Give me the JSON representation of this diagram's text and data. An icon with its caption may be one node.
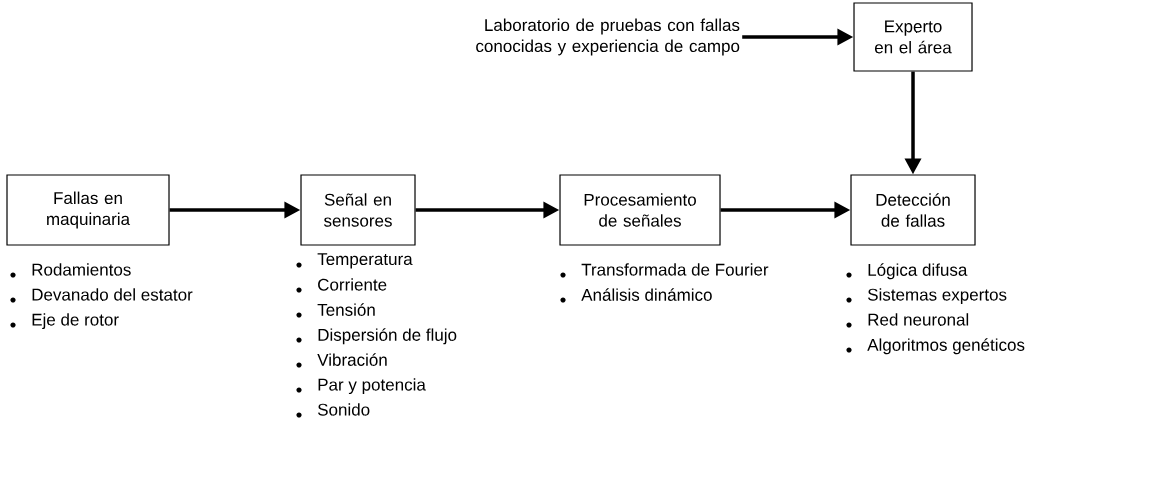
{
  "diagram": {
    "nodes": [
      {
        "text": [
          "Fallas en maquinaria"
        ],
        "beside": [
          "Rodamientos",
          "Devanado del estator",
          "Eje de rotor"
        ]
      },
      {
        "text": [
          "Señal en sensores"
        ],
        "beside": [
          "Temperatura",
          "Corriente",
          "Tensión",
          "Dispersión de flujo",
          "Vibración",
          "Par y potencia",
          "Sonido"
        ]
      },
      {
        "text": [
          "Procesamiento de señales"
        ],
        "beside": [
          "Transformada de Fourier",
          "Análisis dinámico"
        ]
      },
      {
        "text": [
          "Detección de fallas"
        ],
        "beside": [
          "Lógica difusa",
          "Sistemas expertos",
          "Red neuronal",
          "Algoritmos genéticos"
        ]
      },
      {
        "text": [
          "Experto en el área"
        ]
      },
      {
        "text": [
          "Laboratorio de pruebas con fallas conocidas y experiencia de campo"
        ]
      }
    ],
    "edges": [
      {
        "from": 0,
        "to": 1,
        "arrow": "to"
      },
      {
        "from": 1,
        "to": 2,
        "arrow": "to"
      },
      {
        "from": 2,
        "to": 3,
        "arrow": "to"
      },
      {
        "from": 4,
        "to": 3,
        "arrow": "to"
      },
      {
        "from": 5,
        "to": 4,
        "arrow": "to"
      }
    ]
  }
}
